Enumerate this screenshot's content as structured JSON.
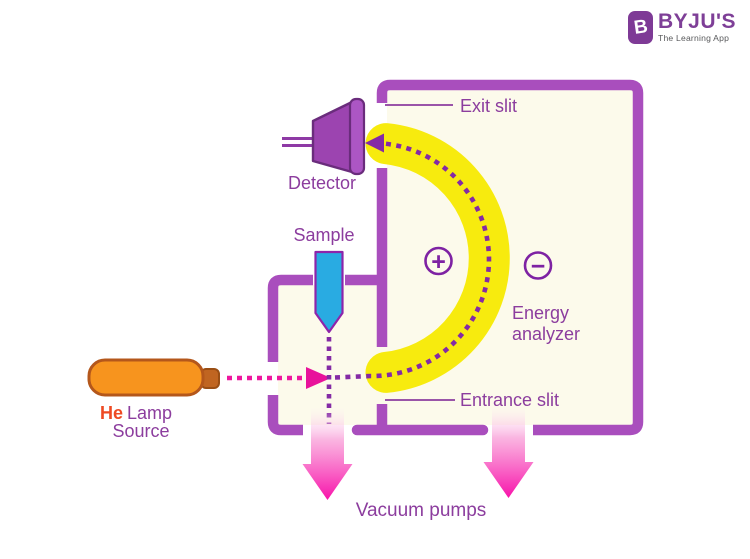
{
  "logo": {
    "badge_letter": "B",
    "brand": "BYJU'S",
    "tagline": "The Learning App",
    "brand_color": "#7E3F97",
    "tagline_color": "#58595B",
    "badge_color": "#7E3A96"
  },
  "labels": {
    "exit_slit": "Exit slit",
    "detector": "Detector",
    "sample": "Sample",
    "energy_analyzer_line1": "Energy",
    "energy_analyzer_line2": "analyzer",
    "entrance_slit": "Entrance slit",
    "he": "He",
    "lamp": "Lamp",
    "source": "Source",
    "vacuum_pumps": "Vacuum pumps",
    "electrode_positive": "+",
    "electrode_negative": "−"
  },
  "colors": {
    "wall": "#A94EBD",
    "chamber_interior": "#FCFAEB",
    "beam_band": "#F7EB0E",
    "electron_path": "#842AA5",
    "photon_path": "#EE169E",
    "photon_arrowhead": "#E8129B",
    "vacuum_arrow_tip": "#F812AA",
    "sample_fill": "#29ABE2",
    "sample_border": "#8E24AA",
    "detector_body": "#9C44B0",
    "detector_face": "#AC56C4",
    "lamp_fill": "#F7941E",
    "lamp_border": "#B4571B",
    "nozzle_fill": "#C06521",
    "label_text": "#8C3D9E",
    "he_text": "#EE4A23",
    "electrode_symbol": "#7E22A3"
  }
}
